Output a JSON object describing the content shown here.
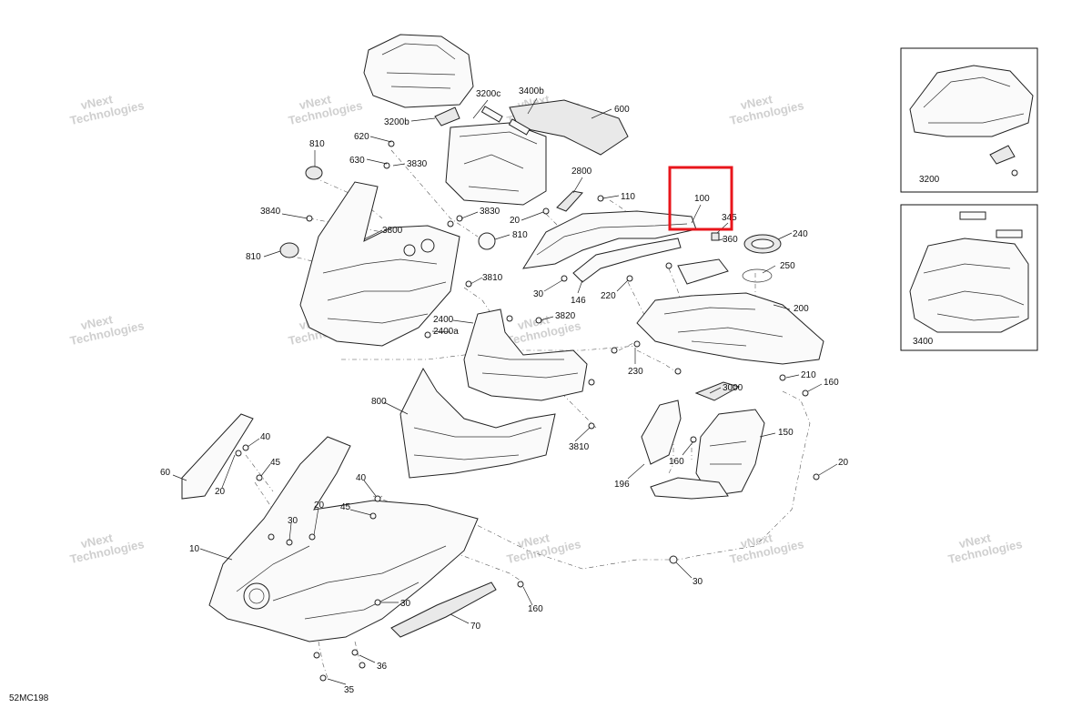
{
  "diagram_code": "52MC198",
  "watermark": {
    "line1": "vNext",
    "line2": "Technologies",
    "full": "vNext Technologies"
  },
  "colors": {
    "highlight": "#e8151b",
    "line": "#222222",
    "watermark": "#c4c4c4"
  },
  "highlighted_part": "100",
  "parts": [
    {
      "id": "p3200c",
      "text": "3200c"
    },
    {
      "id": "p3400b",
      "text": "3400b"
    },
    {
      "id": "p3200b",
      "text": "3200b"
    },
    {
      "id": "p600",
      "text": "600"
    },
    {
      "id": "p620",
      "text": "620"
    },
    {
      "id": "p810a",
      "text": "810"
    },
    {
      "id": "p630",
      "text": "630"
    },
    {
      "id": "p3830a",
      "text": "3830"
    },
    {
      "id": "p2800",
      "text": "2800"
    },
    {
      "id": "p110",
      "text": "110"
    },
    {
      "id": "p100",
      "text": "100"
    },
    {
      "id": "p345",
      "text": "345"
    },
    {
      "id": "p3840",
      "text": "3840"
    },
    {
      "id": "p3830b",
      "text": "3830"
    },
    {
      "id": "p20a",
      "text": "20"
    },
    {
      "id": "p3800",
      "text": "3800"
    },
    {
      "id": "p810b",
      "text": "810"
    },
    {
      "id": "p360",
      "text": "360"
    },
    {
      "id": "p240",
      "text": "240"
    },
    {
      "id": "p810c",
      "text": "810"
    },
    {
      "id": "p250",
      "text": "250"
    },
    {
      "id": "p3810a",
      "text": "3810"
    },
    {
      "id": "p30a",
      "text": "30"
    },
    {
      "id": "p146",
      "text": "146"
    },
    {
      "id": "p220",
      "text": "220"
    },
    {
      "id": "p200",
      "text": "200"
    },
    {
      "id": "p2400",
      "text": "2400"
    },
    {
      "id": "p3820",
      "text": "3820"
    },
    {
      "id": "p2400a",
      "text": "2400a"
    },
    {
      "id": "p230",
      "text": "230"
    },
    {
      "id": "p210",
      "text": "210"
    },
    {
      "id": "p3000",
      "text": "3000"
    },
    {
      "id": "p160a",
      "text": "160"
    },
    {
      "id": "p800",
      "text": "800"
    },
    {
      "id": "p150",
      "text": "150"
    },
    {
      "id": "p3810b",
      "text": "3810"
    },
    {
      "id": "p40a",
      "text": "40"
    },
    {
      "id": "p160b",
      "text": "160"
    },
    {
      "id": "p45a",
      "text": "45"
    },
    {
      "id": "p196",
      "text": "196"
    },
    {
      "id": "p60",
      "text": "60"
    },
    {
      "id": "p20b",
      "text": "20"
    },
    {
      "id": "p20c",
      "text": "20"
    },
    {
      "id": "p40b",
      "text": "40"
    },
    {
      "id": "p20d",
      "text": "20"
    },
    {
      "id": "p45b",
      "text": "45"
    },
    {
      "id": "p30b",
      "text": "30"
    },
    {
      "id": "p10",
      "text": "10"
    },
    {
      "id": "p30c",
      "text": "30"
    },
    {
      "id": "p30d",
      "text": "30"
    },
    {
      "id": "p160c",
      "text": "160"
    },
    {
      "id": "p70",
      "text": "70"
    },
    {
      "id": "p36",
      "text": "36"
    },
    {
      "id": "p35",
      "text": "35"
    }
  ],
  "insets": [
    {
      "id": "inset-3200",
      "label": "3200"
    },
    {
      "id": "inset-3400",
      "label": "3400"
    }
  ]
}
